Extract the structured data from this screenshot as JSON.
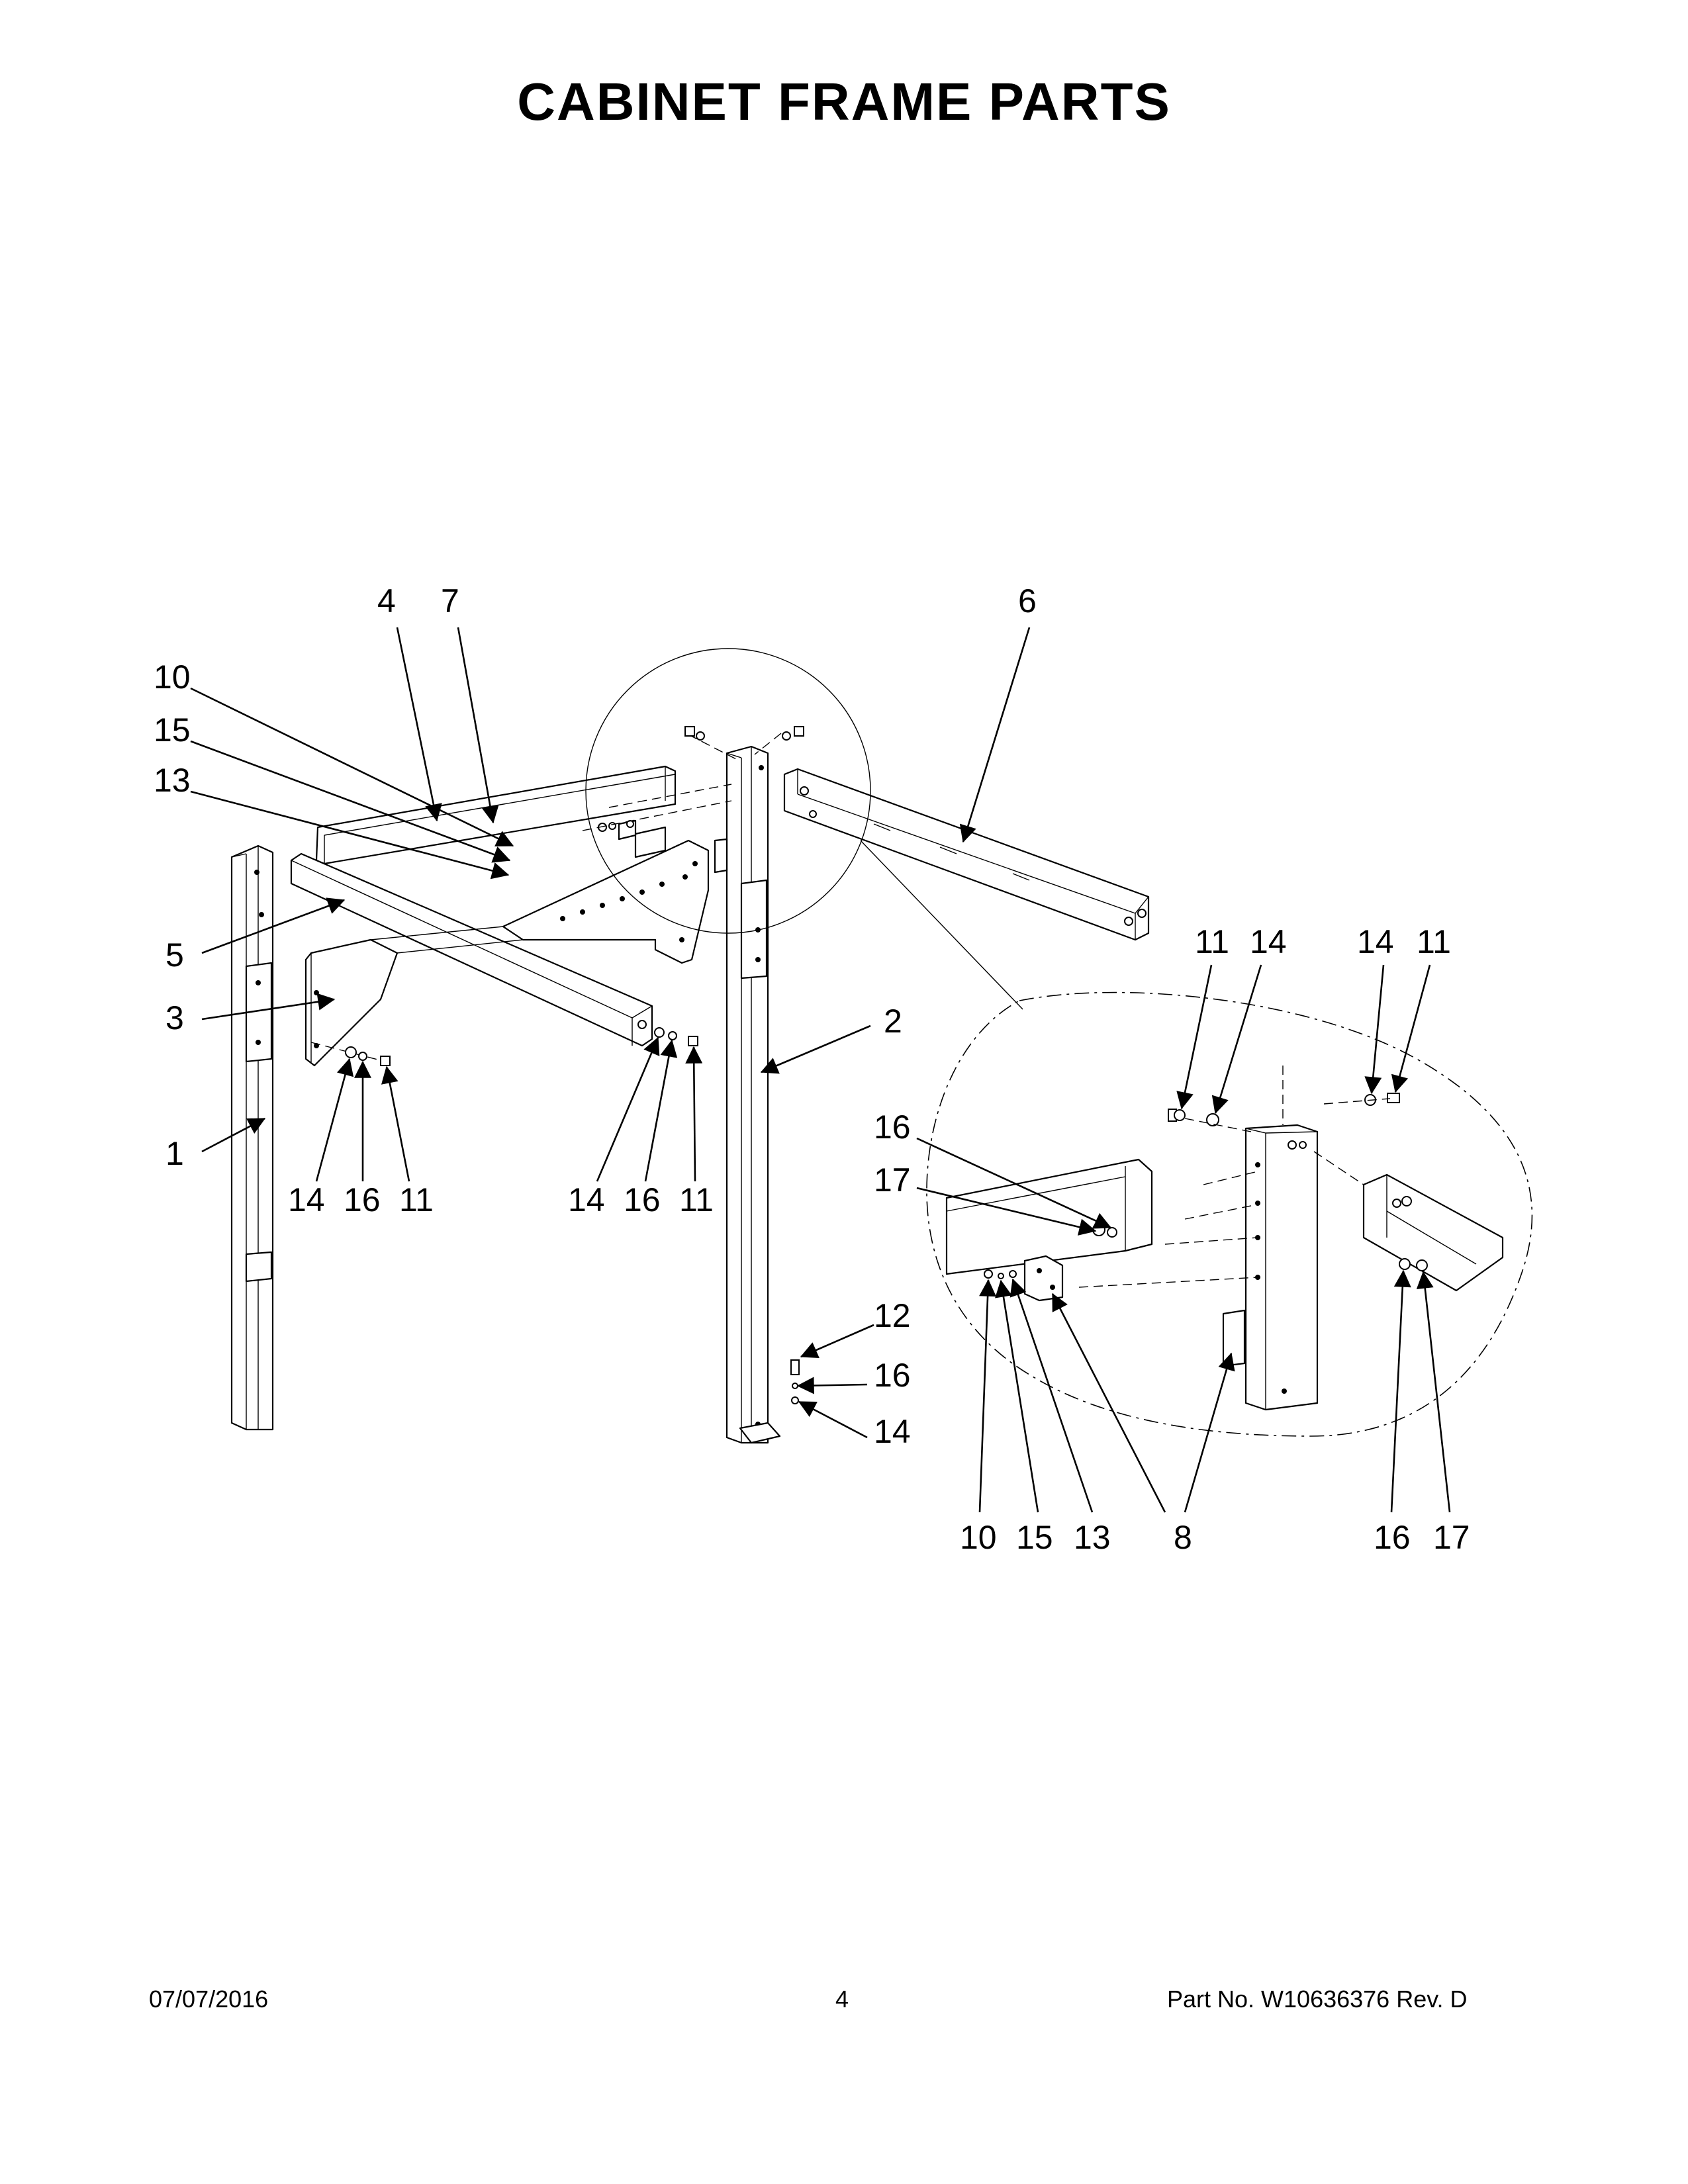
{
  "page": {
    "title": "CABINET FRAME PARTS",
    "footer_date": "07/07/2016",
    "footer_page": "4",
    "footer_part": "Part No.  W10636376  Rev.  D"
  },
  "callouts": [
    {
      "id": "c-4",
      "text": "4"
    },
    {
      "id": "c-7",
      "text": "7"
    },
    {
      "id": "c-6",
      "text": "6"
    },
    {
      "id": "c-10a",
      "text": "10"
    },
    {
      "id": "c-15a",
      "text": "15"
    },
    {
      "id": "c-13a",
      "text": "13"
    },
    {
      "id": "c-5",
      "text": "5"
    },
    {
      "id": "c-3",
      "text": "3"
    },
    {
      "id": "c-1",
      "text": "1"
    },
    {
      "id": "c-14a",
      "text": "14"
    },
    {
      "id": "c-16a",
      "text": "16"
    },
    {
      "id": "c-11a",
      "text": "11"
    },
    {
      "id": "c-14b",
      "text": "14"
    },
    {
      "id": "c-16b",
      "text": "16"
    },
    {
      "id": "c-11b",
      "text": "11"
    },
    {
      "id": "c-2",
      "text": "2"
    },
    {
      "id": "c-12",
      "text": "12"
    },
    {
      "id": "c-16c",
      "text": "16"
    },
    {
      "id": "c-14c",
      "text": "14"
    },
    {
      "id": "c-11c",
      "text": "11"
    },
    {
      "id": "c-14d",
      "text": "14"
    },
    {
      "id": "c-14e",
      "text": "14"
    },
    {
      "id": "c-11d",
      "text": "11"
    },
    {
      "id": "c-16d",
      "text": "16"
    },
    {
      "id": "c-17a",
      "text": "17"
    },
    {
      "id": "c-10b",
      "text": "10"
    },
    {
      "id": "c-15b",
      "text": "15"
    },
    {
      "id": "c-13b",
      "text": "13"
    },
    {
      "id": "c-8",
      "text": "8"
    },
    {
      "id": "c-16e",
      "text": "16"
    },
    {
      "id": "c-17b",
      "text": "17"
    }
  ]
}
